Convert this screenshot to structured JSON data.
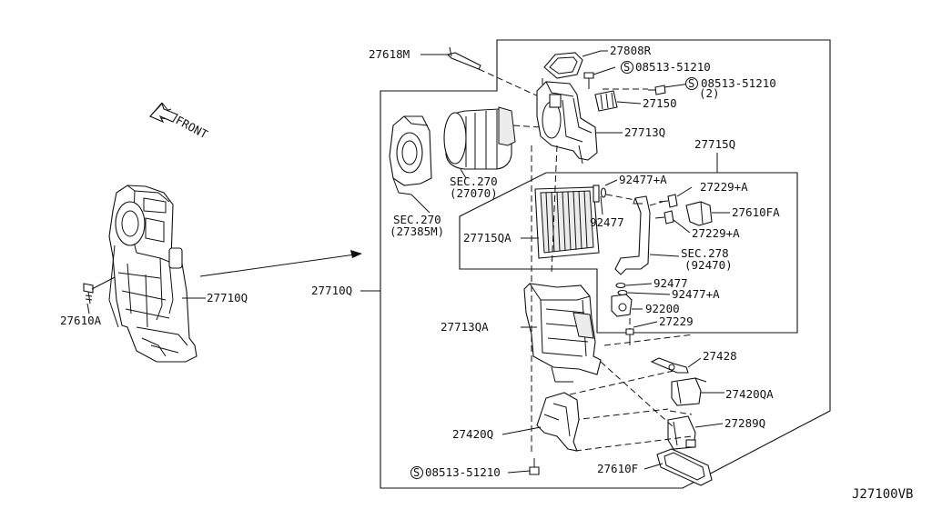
{
  "diagram": {
    "code": "J27100VB",
    "front_label": "FRONT",
    "labels": {
      "p27618M": "27618M",
      "p27808R": "27808R",
      "p08513a": "08513-51210",
      "p08513b": "08513-51210",
      "p08513b_qty": "(2)",
      "p27150": "27150",
      "p27713Q": "27713Q",
      "p27715Q": "27715Q",
      "sec270_a": "SEC.270",
      "sec270_a_ref": "(27070)",
      "sec270_b": "SEC.270",
      "sec270_b_ref": "(27385M)",
      "p92477A_top": "92477+A",
      "p27229A_top": "27229+A",
      "p27610FA": "27610FA",
      "p92477_top": "92477",
      "p27229A_mid": "27229+A",
      "p27715QA": "27715QA",
      "sec278": "SEC.278",
      "sec278_ref": "(92470)",
      "p92477_bot": "92477",
      "p92477A_bot": "92477+A",
      "p27710Q_left": "27710Q",
      "p27710Q_right": "27710Q",
      "p27610A": "27610A",
      "p92200": "92200",
      "p27713QA": "27713QA",
      "p27229": "27229",
      "p27428": "27428",
      "p27420QA": "27420QA",
      "p27289Q": "27289Q",
      "p27420Q": "27420Q",
      "p27610F": "27610F",
      "p08513c": "08513-51210",
      "s_mark": "S"
    }
  }
}
